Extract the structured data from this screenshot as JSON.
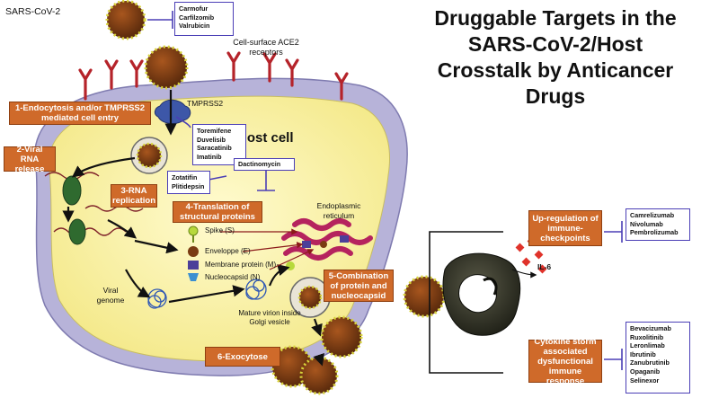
{
  "title": "Druggable Targets in the SARS-CoV-2/Host Crosstalk by Anticancer Drugs",
  "labels": {
    "sars": "SARS-CoV-2",
    "ace2": "Cell-surface ACE2 receptors",
    "tmprss2": "TMPRSS2",
    "host_cell": "Host cell",
    "viral_genome": "Viral genome",
    "er": "Endoplasmic reticulum",
    "virion": "Mature virion inside Golgi vesicle",
    "il6": "IL-6"
  },
  "steps": {
    "s1": "1-Endocytosis and/or TMPRSS2 mediated cell entry",
    "s2": "2-Viral RNA release",
    "s3": "3-RNA replication",
    "s4": "4-Translation of structural proteins",
    "s5": "5-Combination of protein and nucleocapsid",
    "s6": "6-Exocytose",
    "up": "Up-regulation of immune-checkpoints",
    "storm": "Cytokine storm associated dysfunctional immune response"
  },
  "drug_groups": {
    "entry": [
      "Carmofur",
      "Carfilzomib",
      "Valrubicin"
    ],
    "endocytosis": [
      "Toremifene",
      "Duvelisib",
      "Saracatinib",
      "Imatinib"
    ],
    "translation": [
      "Dactinomycin"
    ],
    "replication": [
      "Zotatifin",
      "Plitidepsin"
    ],
    "checkpoints": [
      "Camrelizumab",
      "Nivolumab",
      "Pembrolizumab"
    ],
    "cytokine": [
      "Bevacizumab",
      "Ruxolitinib",
      "Leronlimab",
      "Ibrutinib",
      "Zanubrutinib",
      "Opaganib",
      "Selinexor"
    ]
  },
  "proteins": [
    "Spike (S)",
    "Enveloppe (E)",
    "Membrane protein (M)",
    "Nucleocapsid (N)"
  ],
  "colors": {
    "step_box": "#cf6a2a",
    "drug_border": "#4b3fb6",
    "cytoplasm": "#fbf6a8",
    "membrane": "#b7b3d9",
    "receptor": "#b5232a",
    "virus": "#7a3b12",
    "spike": "#d8d43a"
  },
  "icons": {
    "virus": "virus-icon",
    "receptor": "ace2-receptor-icon",
    "macrophage": "macrophage-icon",
    "cytokine": "cytokine-diamond-icon"
  }
}
